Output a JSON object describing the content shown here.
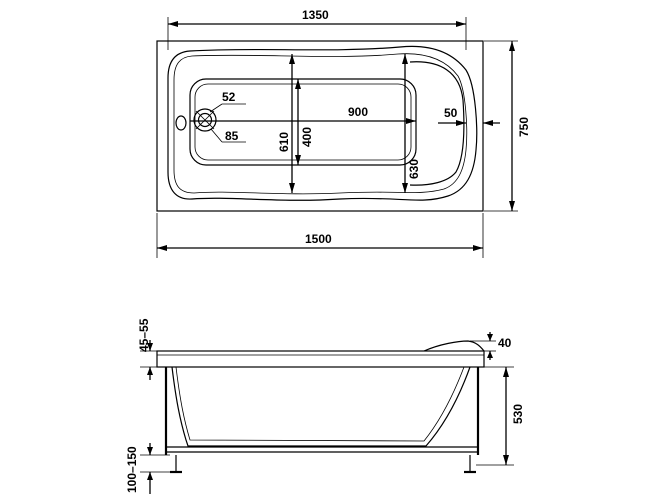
{
  "plan_view": {
    "dimensions": {
      "inner_length": "1350",
      "overall_length": "1500",
      "overall_width": "750",
      "bottom_length": "900",
      "inner_width": "610",
      "bottom_width": "400",
      "backrest_width": "630",
      "rim_offset": "50",
      "overflow_outer": "52",
      "overflow_inner": "85"
    }
  },
  "side_view": {
    "dimensions": {
      "rim_thickness": "45–55",
      "headrest_height": "40",
      "total_height": "530",
      "leg_adjustment": "100–150"
    }
  }
}
